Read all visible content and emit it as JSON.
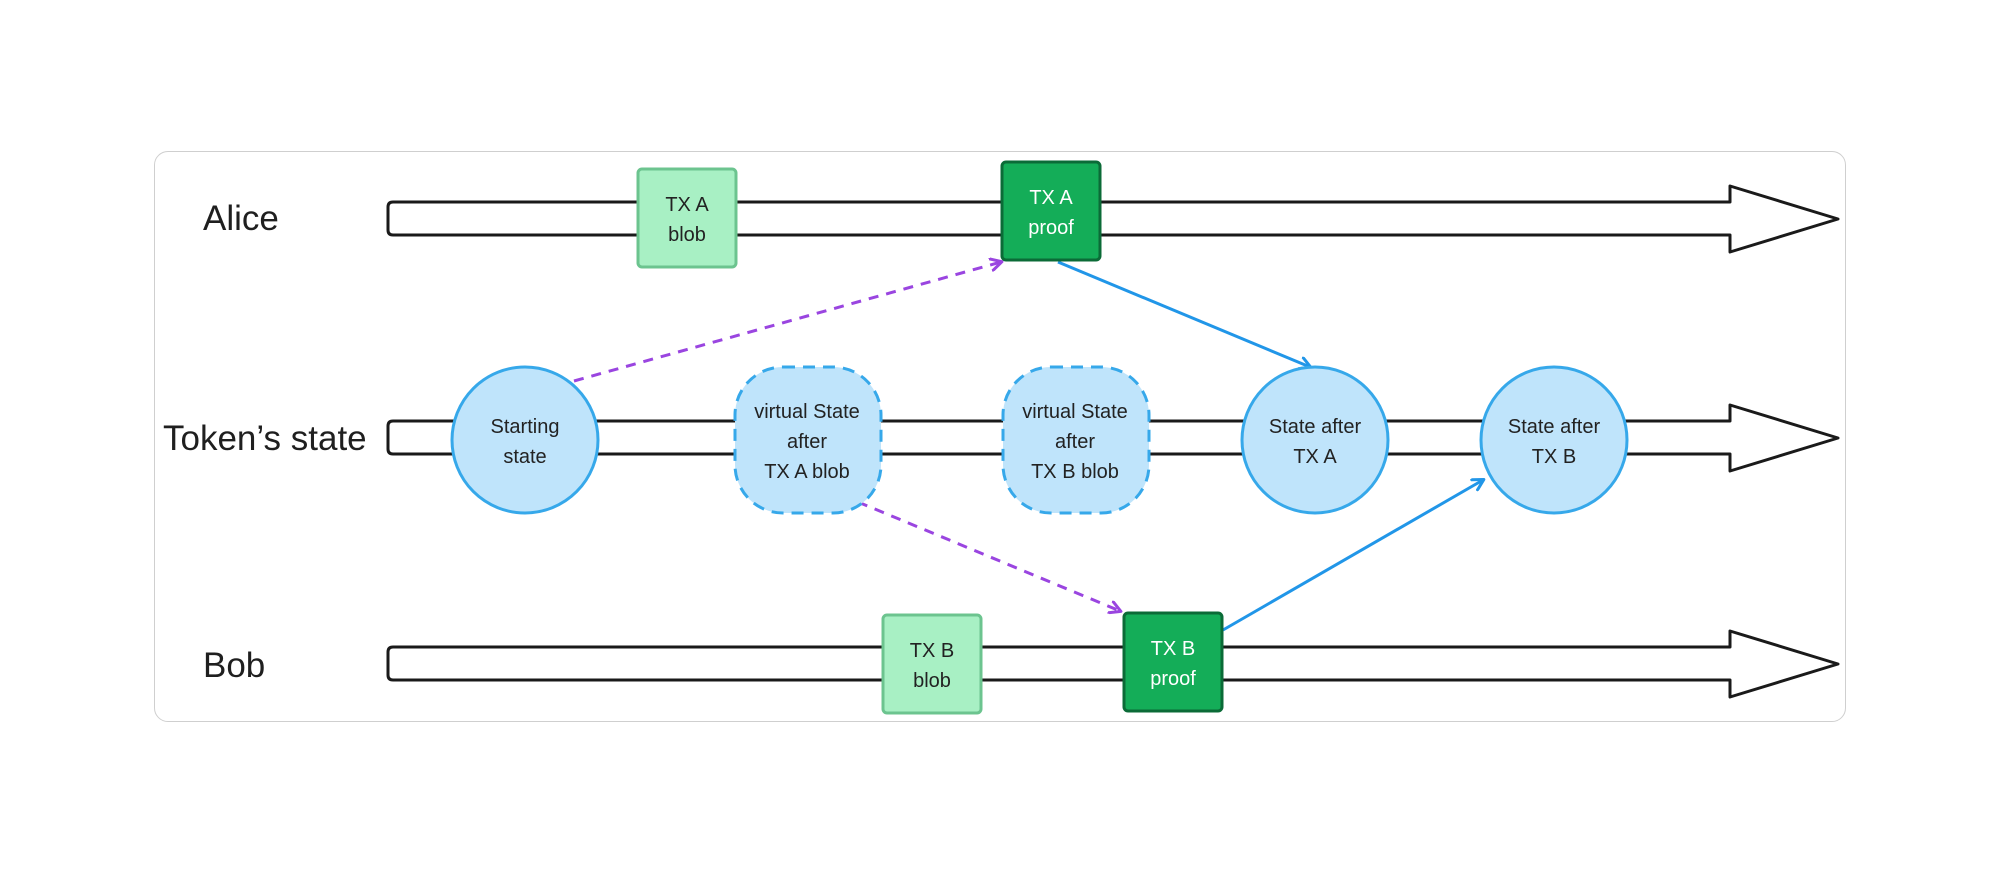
{
  "lanes": {
    "alice": "Alice",
    "token": "Token’s state",
    "bob": "Bob"
  },
  "alice_nodes": {
    "tx_a_blob": [
      "TX A",
      "blob"
    ],
    "tx_a_proof": [
      "TX A",
      "proof"
    ]
  },
  "state_nodes": {
    "starting": [
      "Starting",
      "state"
    ],
    "virtual_a": [
      "virtual State",
      "after",
      "TX A blob"
    ],
    "virtual_b": [
      "virtual State",
      "after",
      "TX B blob"
    ],
    "after_a": [
      "State after",
      "TX A"
    ],
    "after_b": [
      "State after",
      "TX B"
    ]
  },
  "bob_nodes": {
    "tx_b_blob": [
      "TX B",
      "blob"
    ],
    "tx_b_proof": [
      "TX B",
      "proof"
    ]
  },
  "colors": {
    "blob_fill": "#a8f0c4",
    "blob_stroke": "#6cc48f",
    "proof_fill": "#14ad58",
    "proof_stroke": "#0b6b37",
    "state_fill": "#bfe4fb",
    "state_stroke": "#36a8ea",
    "dashed_arrow": "#9a45e0",
    "solid_arrow": "#2196e8",
    "lane_stroke": "#1a1a1a"
  }
}
